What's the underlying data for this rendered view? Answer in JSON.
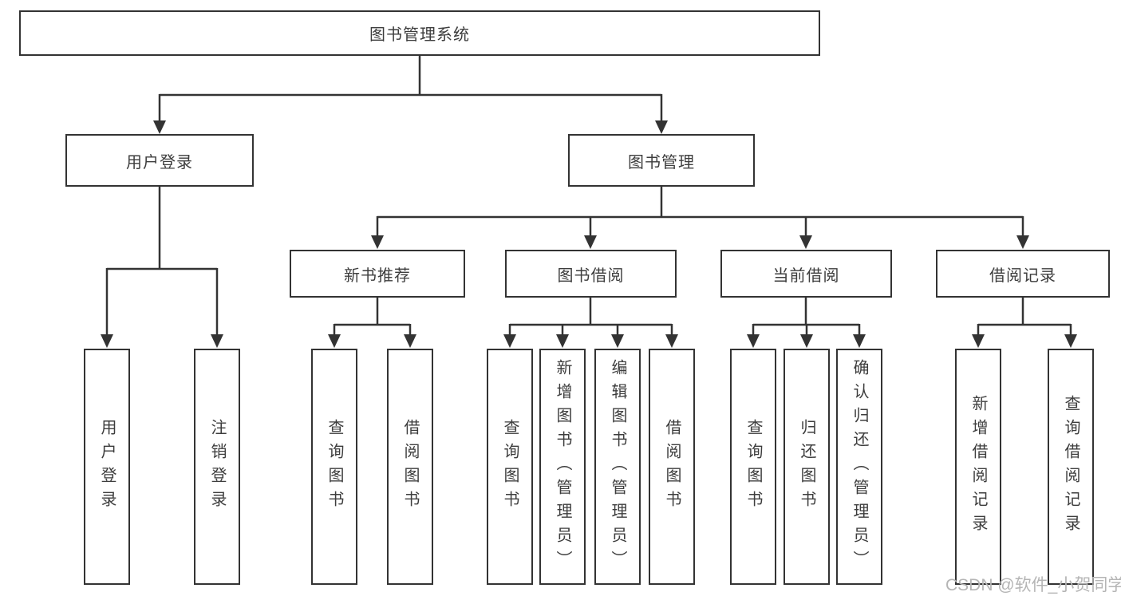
{
  "diagram": {
    "root": {
      "label": "图书管理系统"
    },
    "level1": {
      "user_login": {
        "label": "用户登录"
      },
      "book_management": {
        "label": "图书管理"
      }
    },
    "level2": {
      "new_book_recommend": {
        "label": "新书推荐"
      },
      "book_borrow": {
        "label": "图书借阅"
      },
      "current_borrow": {
        "label": "当前借阅"
      },
      "borrow_records": {
        "label": "借阅记录"
      }
    },
    "leaves": {
      "user_login": [
        "用户登录",
        "注销登录"
      ],
      "new_book_recommend": [
        "查询图书",
        "借阅图书"
      ],
      "book_borrow": [
        "查询图书",
        "新增图书（管理员）",
        "编辑图书（管理员）",
        "借阅图书"
      ],
      "current_borrow": [
        "查询图书",
        "归还图书",
        "确认归还（管理员）"
      ],
      "borrow_records": [
        "新增借阅记录",
        "查询借阅记录"
      ]
    }
  },
  "watermark": {
    "text": "CSDN @软件_小贺同学"
  },
  "colors": {
    "line": "#333333",
    "text": "#3d3d3d",
    "background": "#ffffff",
    "watermark": "#b5b5b5"
  }
}
